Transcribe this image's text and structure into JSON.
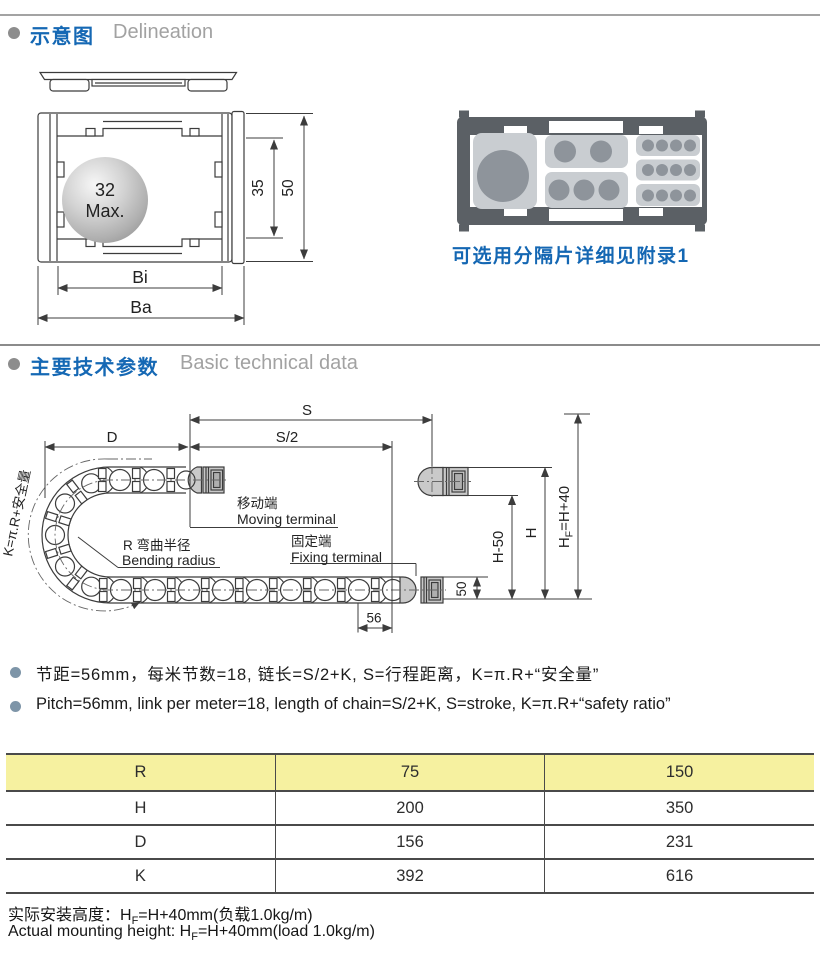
{
  "sections": {
    "delineation": {
      "title_zh": "示意图",
      "title_en": "Delineation",
      "separator_note": "可选用分隔片详细见附录1"
    },
    "technical": {
      "title_zh": "主要技术参数",
      "title_en": "Basic technical data"
    }
  },
  "cross_section": {
    "ball_line1": "32",
    "ball_line2": "Max.",
    "dim_inner_height": "35",
    "dim_outer_height": "50",
    "dim_inner_width": "Bi",
    "dim_outer_width": "Ba"
  },
  "diagram": {
    "dim_s": "S",
    "dim_s2": "S/2",
    "dim_d": "D",
    "dim_56": "56",
    "dim_50": "50",
    "dim_h": "H",
    "dim_h50": "H-50",
    "hf": {
      "base": "H",
      "sub": "F",
      "rest": "=H+40"
    },
    "k_formula": "K=π.R+安全量",
    "moving_zh": "移动端",
    "moving_en": "Moving terminal",
    "fixing_zh": "固定端",
    "fixing_en": "Fixing terminal",
    "radius_zh": "R 弯曲半径",
    "radius_en": "Bending radius"
  },
  "notes": {
    "zh": "节距=56mm，每米节数=18, 链长=S/2+K, S=行程距离，K=π.R+“安全量”",
    "en": "Pitch=56mm, link per meter=18, length of chain=S/2+K, S=stroke, K=π.R+“safety ratio”"
  },
  "table": {
    "header": [
      "R",
      "75",
      "150"
    ],
    "rows": [
      [
        "H",
        "200",
        "350"
      ],
      [
        "D",
        "156",
        "231"
      ],
      [
        "K",
        "392",
        "616"
      ]
    ],
    "header_bg": "#f6f1a0"
  },
  "mounting": {
    "zh_prefix": "实际安装高度：H",
    "zh_sub": "F",
    "zh_suffix": "=H+40mm(负载1.0kg/m)",
    "en_prefix": "Actual mounting height: H",
    "en_sub": "F",
    "en_suffix": "=H+40mm(load 1.0kg/m)"
  },
  "colors": {
    "accent_blue": "#1568b4",
    "header_gray": "#a2a2a2",
    "table_header_bg": "#f6f1a0"
  }
}
